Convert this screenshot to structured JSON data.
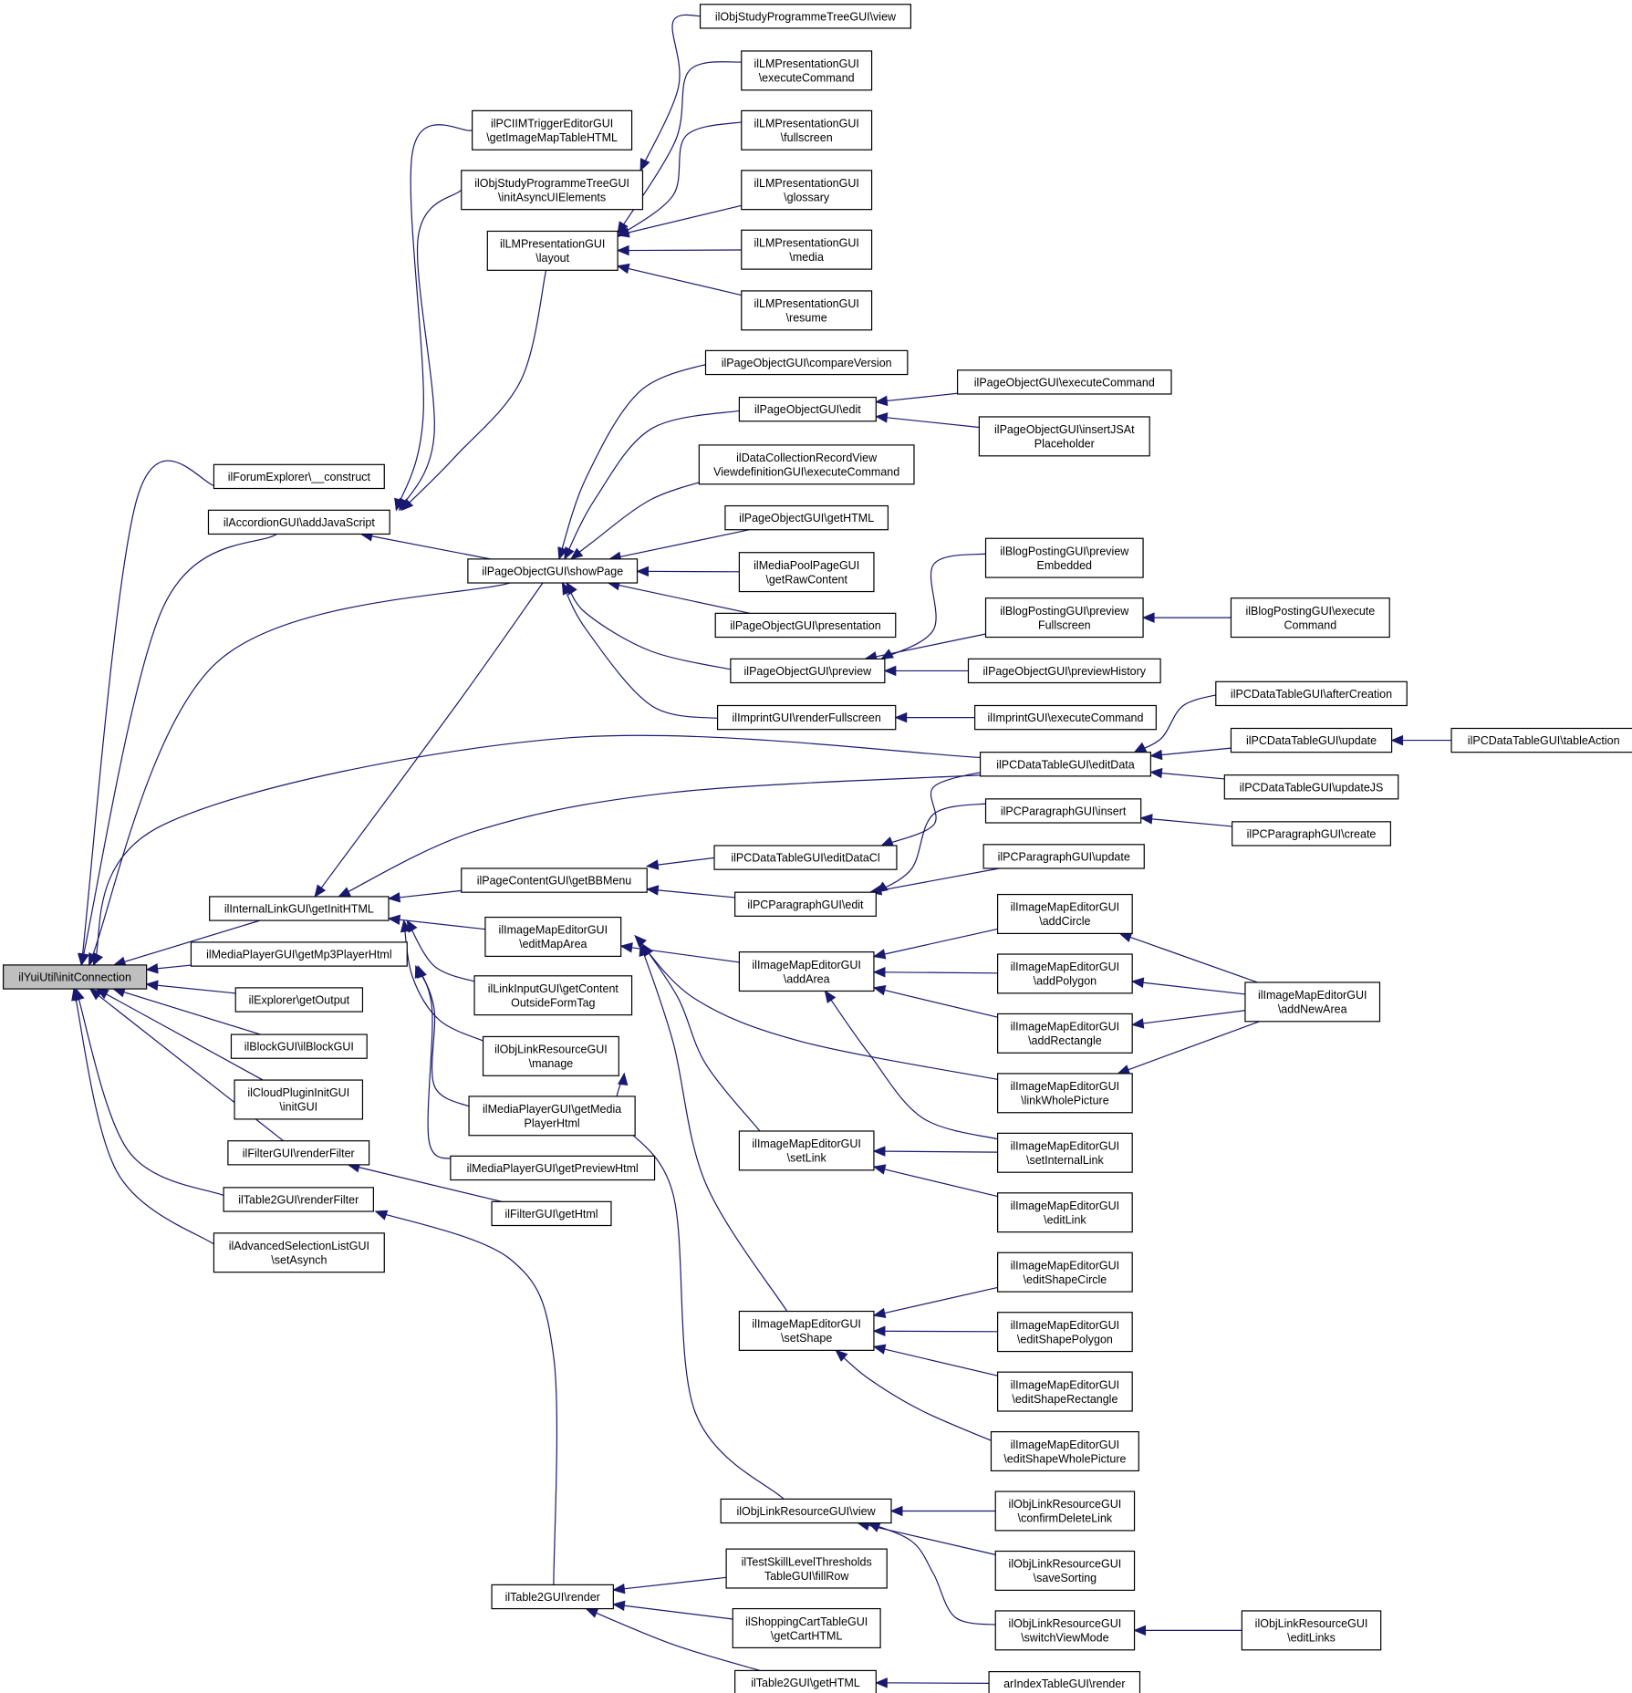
{
  "diagram": {
    "colors": {
      "edge": "#191970",
      "node_border": "#000000",
      "node_fill": "#ffffff",
      "root_fill": "#bfbfbf"
    },
    "nodes": [
      {
        "id": "n0",
        "label": [
          "ilYuiUtil\\initConnection"
        ],
        "root": true
      },
      {
        "id": "n1",
        "label": [
          "ilForumExplorer\\__construct"
        ]
      },
      {
        "id": "n2",
        "label": [
          "ilAccordionGUI\\addJavaScript"
        ]
      },
      {
        "id": "n3",
        "label": [
          "ilInternalLinkGUI\\getInitHTML"
        ]
      },
      {
        "id": "n4",
        "label": [
          "ilMediaPlayerGUI\\getMp3PlayerHtml"
        ]
      },
      {
        "id": "n5",
        "label": [
          "ilExplorer\\getOutput"
        ]
      },
      {
        "id": "n6",
        "label": [
          "ilBlockGUI\\ilBlockGUI"
        ]
      },
      {
        "id": "n7",
        "label": [
          "ilCloudPluginInitGUI",
          "\\initGUI"
        ]
      },
      {
        "id": "n8",
        "label": [
          "ilFilterGUI\\renderFilter"
        ]
      },
      {
        "id": "n9",
        "label": [
          "ilTable2GUI\\renderFilter"
        ]
      },
      {
        "id": "n10",
        "label": [
          "ilAdvancedSelectionListGUI",
          "\\setAsynch"
        ]
      },
      {
        "id": "n11",
        "label": [
          "ilPCIIMTriggerEditorGUI",
          "\\getImageMapTableHTML"
        ]
      },
      {
        "id": "n12",
        "label": [
          "ilObjStudyProgrammeTreeGUI",
          "\\initAsyncUIElements"
        ]
      },
      {
        "id": "n13",
        "label": [
          "ilLMPresentationGUI",
          "\\layout"
        ]
      },
      {
        "id": "n14",
        "label": [
          "ilPageObjectGUI\\showPage"
        ]
      },
      {
        "id": "n15",
        "label": [
          "ilPageContentGUI\\getBBMenu"
        ]
      },
      {
        "id": "n16",
        "label": [
          "ilImageMapEditorGUI",
          "\\editMapArea"
        ]
      },
      {
        "id": "n17",
        "label": [
          "ilLinkInputGUI\\getContent",
          "OutsideFormTag"
        ]
      },
      {
        "id": "n18",
        "label": [
          "ilObjLinkResourceGUI",
          "\\manage"
        ]
      },
      {
        "id": "n19",
        "label": [
          "ilMediaPlayerGUI\\getMedia",
          "PlayerHtml"
        ]
      },
      {
        "id": "n20",
        "label": [
          "ilMediaPlayerGUI\\getPreviewHtml"
        ]
      },
      {
        "id": "n21",
        "label": [
          "ilFilterGUI\\getHtml"
        ]
      },
      {
        "id": "n22",
        "label": [
          "ilTable2GUI\\render"
        ]
      },
      {
        "id": "n23",
        "label": [
          "ilObjStudyProgrammeTreeGUI\\view"
        ]
      },
      {
        "id": "n24",
        "label": [
          "ilLMPresentationGUI",
          "\\executeCommand"
        ]
      },
      {
        "id": "n25",
        "label": [
          "ilLMPresentationGUI",
          "\\fullscreen"
        ]
      },
      {
        "id": "n26",
        "label": [
          "ilLMPresentationGUI",
          "\\glossary"
        ]
      },
      {
        "id": "n27",
        "label": [
          "ilLMPresentationGUI",
          "\\media"
        ]
      },
      {
        "id": "n28",
        "label": [
          "ilLMPresentationGUI",
          "\\resume"
        ]
      },
      {
        "id": "n29",
        "label": [
          "ilPageObjectGUI\\compareVersion"
        ]
      },
      {
        "id": "n30",
        "label": [
          "ilPageObjectGUI\\edit"
        ]
      },
      {
        "id": "n31",
        "label": [
          "ilDataCollectionRecordView",
          "ViewdefinitionGUI\\executeCommand"
        ]
      },
      {
        "id": "n32",
        "label": [
          "ilPageObjectGUI\\getHTML"
        ]
      },
      {
        "id": "n33",
        "label": [
          "ilMediaPoolPageGUI",
          "\\getRawContent"
        ]
      },
      {
        "id": "n34",
        "label": [
          "ilPageObjectGUI\\presentation"
        ]
      },
      {
        "id": "n35",
        "label": [
          "ilPageObjectGUI\\preview"
        ]
      },
      {
        "id": "n36",
        "label": [
          "ilImprintGUI\\renderFullscreen"
        ]
      },
      {
        "id": "n37",
        "label": [
          "ilPCDataTableGUI\\editDataCl"
        ]
      },
      {
        "id": "n38",
        "label": [
          "ilPCParagraphGUI\\edit"
        ]
      },
      {
        "id": "n39",
        "label": [
          "ilImageMapEditorGUI",
          "\\addArea"
        ]
      },
      {
        "id": "n40",
        "label": [
          "ilImageMapEditorGUI",
          "\\setLink"
        ]
      },
      {
        "id": "n41",
        "label": [
          "ilImageMapEditorGUI",
          "\\setShape"
        ]
      },
      {
        "id": "n42",
        "label": [
          "ilObjLinkResourceGUI\\view"
        ]
      },
      {
        "id": "n43",
        "label": [
          "ilTestSkillLevelThresholds",
          "TableGUI\\fillRow"
        ]
      },
      {
        "id": "n44",
        "label": [
          "ilShoppingCartTableGUI",
          "\\getCartHTML"
        ]
      },
      {
        "id": "n45",
        "label": [
          "ilTable2GUI\\getHTML"
        ]
      },
      {
        "id": "n46",
        "label": [
          "ilPageObjectGUI\\executeCommand"
        ]
      },
      {
        "id": "n47",
        "label": [
          "ilPageObjectGUI\\insertJSAt",
          "Placeholder"
        ]
      },
      {
        "id": "n48",
        "label": [
          "ilBlogPostingGUI\\preview",
          "Embedded"
        ]
      },
      {
        "id": "n49",
        "label": [
          "ilBlogPostingGUI\\preview",
          "Fullscreen"
        ]
      },
      {
        "id": "n50",
        "label": [
          "ilPageObjectGUI\\previewHistory"
        ]
      },
      {
        "id": "n51",
        "label": [
          "ilImprintGUI\\executeCommand"
        ]
      },
      {
        "id": "n52",
        "label": [
          "ilPCDataTableGUI\\editData"
        ]
      },
      {
        "id": "n53",
        "label": [
          "ilPCParagraphGUI\\insert"
        ]
      },
      {
        "id": "n54",
        "label": [
          "ilPCParagraphGUI\\update"
        ]
      },
      {
        "id": "n55",
        "label": [
          "ilImageMapEditorGUI",
          "\\addCircle"
        ]
      },
      {
        "id": "n56",
        "label": [
          "ilImageMapEditorGUI",
          "\\addPolygon"
        ]
      },
      {
        "id": "n57",
        "label": [
          "ilImageMapEditorGUI",
          "\\addRectangle"
        ]
      },
      {
        "id": "n58",
        "label": [
          "ilImageMapEditorGUI",
          "\\linkWholePicture"
        ]
      },
      {
        "id": "n59",
        "label": [
          "ilImageMapEditorGUI",
          "\\setInternalLink"
        ]
      },
      {
        "id": "n60",
        "label": [
          "ilImageMapEditorGUI",
          "\\editLink"
        ]
      },
      {
        "id": "n61",
        "label": [
          "ilImageMapEditorGUI",
          "\\editShapeCircle"
        ]
      },
      {
        "id": "n62",
        "label": [
          "ilImageMapEditorGUI",
          "\\editShapePolygon"
        ]
      },
      {
        "id": "n63",
        "label": [
          "ilImageMapEditorGUI",
          "\\editShapeRectangle"
        ]
      },
      {
        "id": "n64",
        "label": [
          "ilImageMapEditorGUI",
          "\\editShapeWholePicture"
        ]
      },
      {
        "id": "n65",
        "label": [
          "ilObjLinkResourceGUI",
          "\\confirmDeleteLink"
        ]
      },
      {
        "id": "n66",
        "label": [
          "ilObjLinkResourceGUI",
          "\\saveSorting"
        ]
      },
      {
        "id": "n67",
        "label": [
          "ilObjLinkResourceGUI",
          "\\switchViewMode"
        ]
      },
      {
        "id": "n68",
        "label": [
          "arIndexTableGUI\\render"
        ]
      },
      {
        "id": "n69",
        "label": [
          "ilBlogPostingGUI\\execute",
          "Command"
        ]
      },
      {
        "id": "n70",
        "label": [
          "ilPCDataTableGUI\\afterCreation"
        ]
      },
      {
        "id": "n71",
        "label": [
          "ilPCDataTableGUI\\update"
        ]
      },
      {
        "id": "n72",
        "label": [
          "ilPCDataTableGUI\\updateJS"
        ]
      },
      {
        "id": "n73",
        "label": [
          "ilPCParagraphGUI\\create"
        ]
      },
      {
        "id": "n74",
        "label": [
          "ilImageMapEditorGUI",
          "\\addNewArea"
        ]
      },
      {
        "id": "n75",
        "label": [
          "ilObjLinkResourceGUI",
          "\\editLinks"
        ]
      },
      {
        "id": "n76",
        "label": [
          "ilPCDataTableGUI\\tableAction"
        ]
      }
    ],
    "edges": [
      [
        "n1",
        "n0"
      ],
      [
        "n2",
        "n0"
      ],
      [
        "n3",
        "n0"
      ],
      [
        "n4",
        "n0"
      ],
      [
        "n5",
        "n0"
      ],
      [
        "n6",
        "n0"
      ],
      [
        "n7",
        "n0"
      ],
      [
        "n8",
        "n0"
      ],
      [
        "n9",
        "n0"
      ],
      [
        "n10",
        "n0"
      ],
      [
        "n14",
        "n0"
      ],
      [
        "n52",
        "n0"
      ],
      [
        "n11",
        "n2"
      ],
      [
        "n12",
        "n2"
      ],
      [
        "n13",
        "n2"
      ],
      [
        "n14",
        "n2"
      ],
      [
        "n14",
        "n3"
      ],
      [
        "n15",
        "n3"
      ],
      [
        "n16",
        "n3"
      ],
      [
        "n17",
        "n3"
      ],
      [
        "n18",
        "n3"
      ],
      [
        "n52",
        "n3"
      ],
      [
        "n19",
        "n4"
      ],
      [
        "n20",
        "n4"
      ],
      [
        "n21",
        "n8"
      ],
      [
        "n22",
        "n9"
      ],
      [
        "n23",
        "n12"
      ],
      [
        "n24",
        "n13"
      ],
      [
        "n25",
        "n13"
      ],
      [
        "n26",
        "n13"
      ],
      [
        "n27",
        "n13"
      ],
      [
        "n28",
        "n13"
      ],
      [
        "n29",
        "n14"
      ],
      [
        "n30",
        "n14"
      ],
      [
        "n31",
        "n14"
      ],
      [
        "n32",
        "n14"
      ],
      [
        "n33",
        "n14"
      ],
      [
        "n34",
        "n14"
      ],
      [
        "n35",
        "n14"
      ],
      [
        "n36",
        "n14"
      ],
      [
        "n46",
        "n30"
      ],
      [
        "n47",
        "n30"
      ],
      [
        "n48",
        "n35"
      ],
      [
        "n49",
        "n35"
      ],
      [
        "n50",
        "n35"
      ],
      [
        "n69",
        "n49"
      ],
      [
        "n51",
        "n36"
      ],
      [
        "n37",
        "n15"
      ],
      [
        "n38",
        "n15"
      ],
      [
        "n52",
        "n37"
      ],
      [
        "n53",
        "n38"
      ],
      [
        "n54",
        "n38"
      ],
      [
        "n70",
        "n52"
      ],
      [
        "n71",
        "n52"
      ],
      [
        "n72",
        "n52"
      ],
      [
        "n76",
        "n71"
      ],
      [
        "n73",
        "n53"
      ],
      [
        "n39",
        "n16"
      ],
      [
        "n40",
        "n16"
      ],
      [
        "n41",
        "n16"
      ],
      [
        "n58",
        "n16"
      ],
      [
        "n55",
        "n39"
      ],
      [
        "n56",
        "n39"
      ],
      [
        "n57",
        "n39"
      ],
      [
        "n59",
        "n39"
      ],
      [
        "n74",
        "n55"
      ],
      [
        "n74",
        "n56"
      ],
      [
        "n74",
        "n57"
      ],
      [
        "n74",
        "n58"
      ],
      [
        "n59",
        "n40"
      ],
      [
        "n60",
        "n40"
      ],
      [
        "n61",
        "n41"
      ],
      [
        "n62",
        "n41"
      ],
      [
        "n63",
        "n41"
      ],
      [
        "n64",
        "n41"
      ],
      [
        "n42",
        "n18"
      ],
      [
        "n65",
        "n42"
      ],
      [
        "n66",
        "n42"
      ],
      [
        "n67",
        "n42"
      ],
      [
        "n75",
        "n67"
      ],
      [
        "n43",
        "n22"
      ],
      [
        "n44",
        "n22"
      ],
      [
        "n45",
        "n22"
      ],
      [
        "n68",
        "n45"
      ]
    ]
  }
}
